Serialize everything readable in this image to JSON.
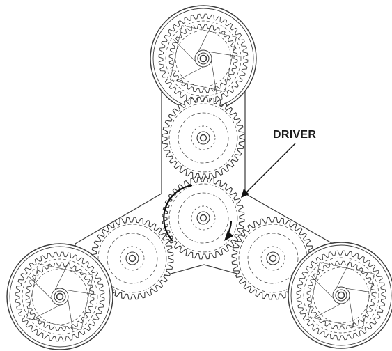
{
  "diagram": {
    "callout_label": "DRIVER",
    "colors": {
      "stroke": "#3a3a3a",
      "fill": "#ffffff",
      "arrow": "#111111",
      "background": "#ffffff"
    },
    "gears": [
      {
        "name": "top-planet-gear",
        "role": "planet-with-ring"
      },
      {
        "name": "top-idler-gear",
        "role": "idler"
      },
      {
        "name": "driver-gear",
        "role": "driver"
      },
      {
        "name": "left-idler-gear",
        "role": "idler"
      },
      {
        "name": "right-idler-gear",
        "role": "idler"
      },
      {
        "name": "left-planet-gear",
        "role": "planet-with-ring"
      },
      {
        "name": "right-planet-gear",
        "role": "planet-with-ring"
      }
    ]
  }
}
